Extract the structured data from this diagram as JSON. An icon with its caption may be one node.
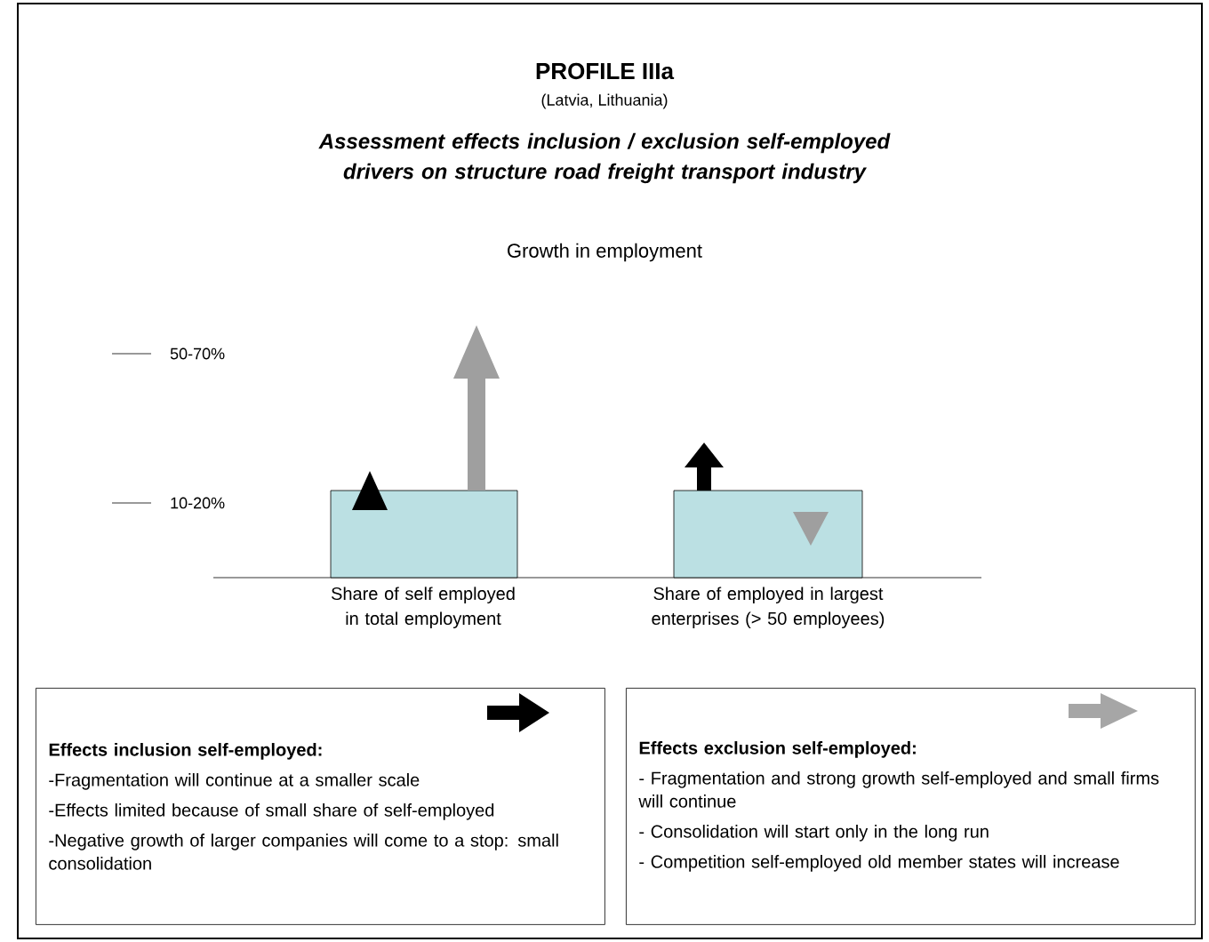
{
  "diagram": {
    "title": "PROFILE IIIa",
    "nodes": [
      {
        "text": [],
        "shape": "bar",
        "beside": [
          "Share of self employed in total employment"
        ]
      },
      {
        "text": [],
        "shape": "bar",
        "beside": [
          "Share of employed in largest enterprises (> 50 employees)"
        ]
      },
      {
        "text": [
          "Effects inclusion self-employed:",
          "-Fragmentation will continue at a smaller scale",
          "-Effects limited because of small share of self-employed",
          "-Negative growth of larger companies will come to a stop: small consolidation"
        ]
      },
      {
        "text": [
          "Effects exclusion self-employed:",
          "- Fragmentation and strong growth self-employed and small firms will continue",
          "- Consolidation will start only in the long run",
          "- Competition self-employed old member states will increase"
        ]
      }
    ],
    "labels": [
      "(Latvia, Lithuania)",
      "Assessment effects inclusion / exclusion self-employed drivers on structure road freight transport industry",
      "Growth in employment",
      "50-70%",
      "10-20%"
    ]
  }
}
